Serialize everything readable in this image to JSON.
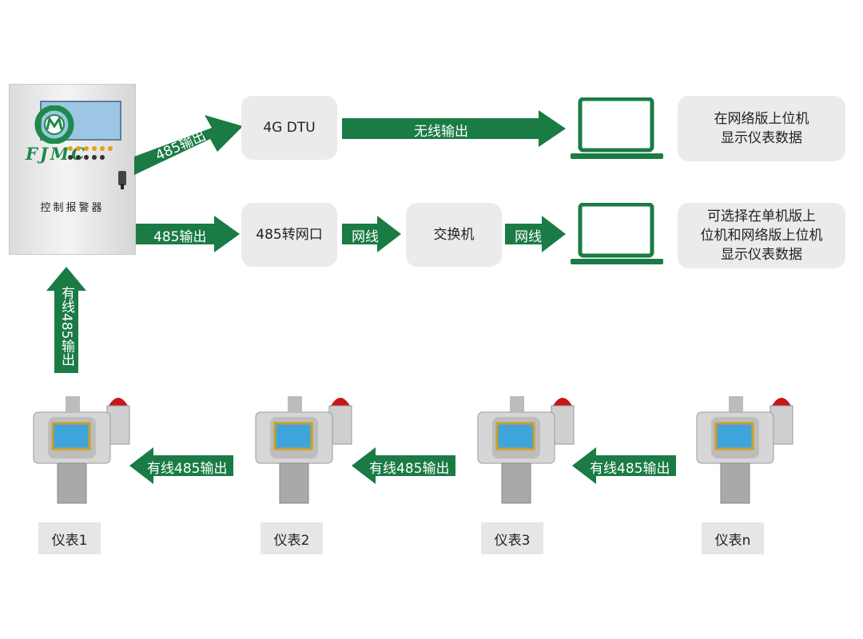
{
  "controller": {
    "logo_text": "FJMC",
    "name": "控制报警器"
  },
  "row1": {
    "arrow_label": "485输出",
    "dtu_label": "4G  DTU",
    "wireless_label": "无线输出",
    "result_text": [
      "在网络版上位机",
      "显示仪表数据"
    ]
  },
  "row2": {
    "arrow_label": "485输出",
    "converter_label": "485转网口",
    "net1_label": "网线",
    "switch_label": "交换机",
    "net2_label": "网线",
    "result_text": [
      "可选择在单机版上",
      "位机和网络版上位机",
      "显示仪表数据"
    ]
  },
  "up_arrow_label": "有线485输出",
  "meters": [
    {
      "label": "仪表1"
    },
    {
      "label": "仪表2"
    },
    {
      "label": "仪表3"
    },
    {
      "label": "仪表n"
    }
  ],
  "meter_arrows": [
    {
      "label": "有线485输出"
    },
    {
      "label": "有线485输出"
    },
    {
      "label": "有线485输出"
    }
  ],
  "colors": {
    "accent_green": "#1a7b45",
    "box_gray": "#ebebeb",
    "beacon_red": "#c8161d",
    "lcd_blue": "#3fa4dc"
  }
}
